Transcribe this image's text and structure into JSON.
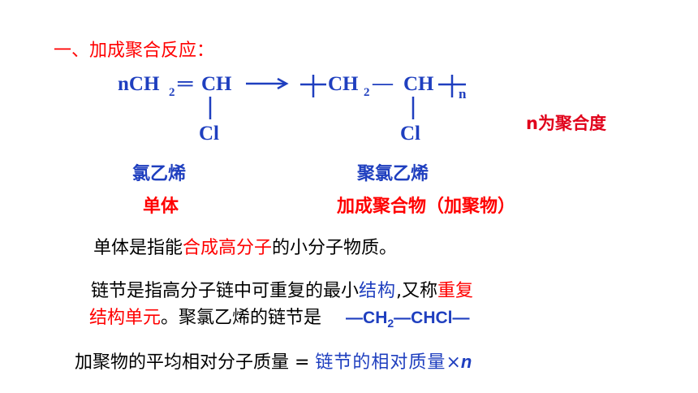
{
  "heading": "一、加成聚合反应：",
  "reaction": {
    "monomer_left": "nCH",
    "sub2": "2",
    "double_bond": "═",
    "monomer_right": "CH",
    "polymer_ch2": "CH",
    "polymer_ch": "CH",
    "bond": "—",
    "repeat_n": "n",
    "chlorine": "Cl"
  },
  "degree_note": "n为聚合度",
  "labels": {
    "monomer_name": "氯乙烯",
    "polymer_name": "聚氯乙烯",
    "monomer_term": "单体",
    "polymer_term": "加成聚合物（加聚物）"
  },
  "def_monomer": {
    "p1": "单体是指能",
    "h1": "合成高分子",
    "p2": "的小分子物质。"
  },
  "def_unit": {
    "p1": "链节是指高分子链中可重复的最小",
    "h1": "结构",
    "p2": ",又称",
    "h2": "重复",
    "h3": "结构单元",
    "p3": "。聚氯乙烯的链节是",
    "formula_a": "—CH",
    "formula_sub": "2",
    "formula_b": "—CHCl—"
  },
  "formula_line": {
    "p1": "加聚物的平均相对分子质量 = ",
    "h1": "链节的相对质量",
    "times": "×",
    "n": "n"
  },
  "colors": {
    "red": "#ff0000",
    "blue": "#1f3fbf"
  }
}
